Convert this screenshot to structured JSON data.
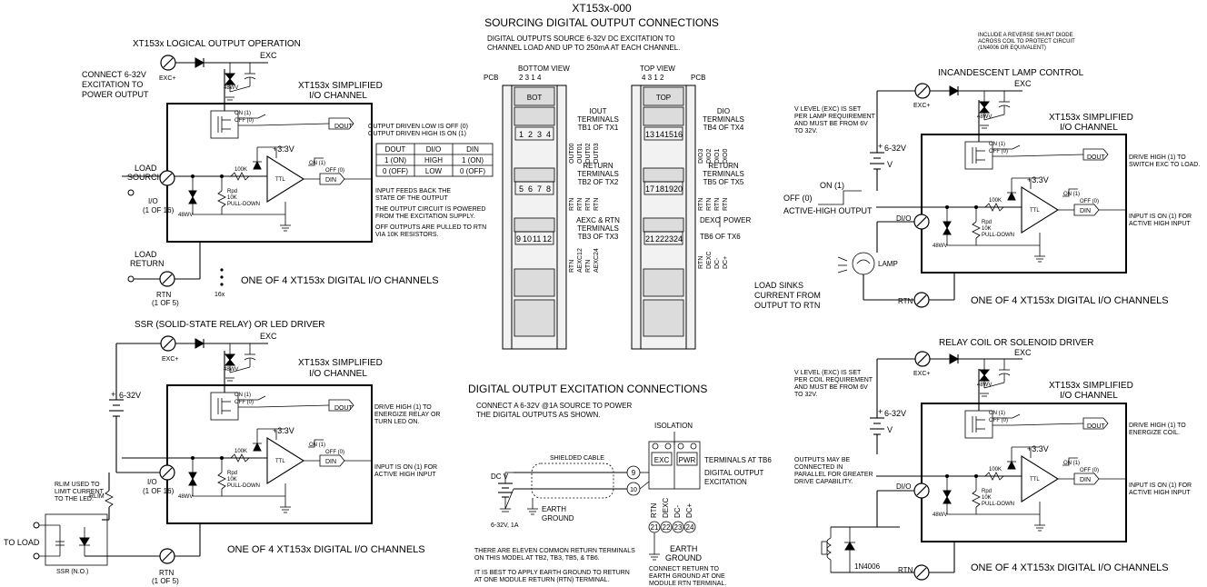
{
  "header": {
    "model": "XT153x-000",
    "title": "SOURCING DIGITAL OUTPUT CONNECTIONS",
    "desc1": "DIGITAL OUTPUTS SOURCE 6-32V DC EXCITATION TO",
    "desc2": "CHANNEL LOAD AND UP TO 250mA AT EACH CHANNEL."
  },
  "common": {
    "exc": "EXC",
    "exc_plus": "EXC+",
    "simplified1": "XT153x SIMPLIFIED",
    "simplified2": "I/O CHANNEL",
    "dout": "DOUT",
    "din": "DIN",
    "ttl": "TTL",
    "v33": "+3.3V",
    "on1": "ON (1)",
    "off0": "OFF (0)",
    "r100k": "100K",
    "rpd": "Rpd",
    "r10k": "10K",
    "pulldown": "PULL-DOWN",
    "wv48": "48WV",
    "one_of_4": "ONE OF 4 XT153x DIGITAL I/O CHANNELS",
    "io_1of16": "I/O",
    "io_1of16b": "(1 OF 16)",
    "rtn": "RTN",
    "rtn_1of5": "(1 OF 5)",
    "dio": "DI/O",
    "v632": "6-32V",
    "v": "V"
  },
  "panel_logic": {
    "title": "XT153x LOGICAL OUTPUT OPERATION",
    "connect1": "CONNECT 6-32V",
    "connect2": "EXCITATION TO",
    "connect3": "POWER OUTPUT",
    "load_sourcing1": "LOAD",
    "load_sourcing2": "SOURCING",
    "load_return1": "LOAD",
    "load_return2": "RETURN",
    "note_dout1": "OUTPUT DRIVEN LOW IS OFF (0)",
    "note_dout2": "OUTPUT DRIVEN HIGH IS ON (1)",
    "note_din1": "INPUT FEEDS BACK THE",
    "note_din2": "STATE OF THE OUTPUT",
    "note_pow1": "THE OUTPUT CIRCUIT IS POWERED",
    "note_pow2": "FROM THE EXCITATION SUPPLY.",
    "note_off1": "OFF OUTPUTS ARE PULLED TO RTN",
    "note_off2": "VIA 10K RESISTORS.",
    "sixteen": "16x",
    "truth_table": {
      "headers": [
        "DOUT",
        "DI/O",
        "DIN"
      ],
      "rows": [
        [
          "1 (ON)",
          "HIGH",
          "1 (ON)"
        ],
        [
          "0 (OFF)",
          "LOW",
          "0 (OFF)"
        ]
      ]
    }
  },
  "panel_ssr": {
    "title": "SSR (SOLID-STATE RELAY) OR LED DRIVER",
    "note_dout1": "DRIVE HIGH (1) TO",
    "note_dout2": "ENERGIZE RELAY OR",
    "note_dout3": "TURN LED ON.",
    "note_din1": "INPUT IS ON (1) FOR",
    "note_din2": "ACTIVE HIGH INPUT",
    "rlim1": "RLIM USED TO",
    "rlim2": "LIMIT CURRENT",
    "rlim3": "TO THE LED.",
    "rlim_label": "RLIM",
    "to_load": "TO LOAD",
    "ssr_no": "SSR (N.O.)"
  },
  "module": {
    "bottom_view": "BOTTOM VIEW",
    "top_view": "TOP VIEW",
    "pcb": "PCB",
    "bot": "BOT",
    "top": "TOP",
    "pcb_nums_left": "2 3 1 4",
    "pcb_nums_right": "4 3 1 2",
    "iout_terminals": [
      "IOUT",
      "TERMINALS",
      "TB1 OF TX1"
    ],
    "return_terminals_l": [
      "RETURN",
      "TERMINALS",
      "TB2 OF TX2"
    ],
    "aexc_terminals": [
      "AEXC & RTN",
      "TERMINALS",
      "TB3 OF TX3"
    ],
    "dio_terminals": [
      "DIO",
      "TERMINALS",
      "TB4 OF TX4"
    ],
    "return_terminals_r": [
      "RETURN",
      "TERMINALS",
      "TB5 OF TX5"
    ],
    "dexc_power": "DEXC",
    "power": "POWER",
    "tb6": "TB6 OF TX6",
    "tb1": [
      "1",
      "2",
      "3",
      "4"
    ],
    "tb2": [
      "5",
      "6",
      "7",
      "8"
    ],
    "tb3": [
      "9",
      "10",
      "11",
      "12"
    ],
    "tb4": [
      "13",
      "14",
      "15",
      "16"
    ],
    "tb5": [
      "17",
      "18",
      "19",
      "20"
    ],
    "tb6_nums": [
      "21",
      "22",
      "23",
      "24"
    ],
    "tb1_labels": [
      "OUT00",
      "OUT01",
      "OUT02",
      "OUT03"
    ],
    "tb2_labels": [
      "RTN",
      "RTN",
      "RTN",
      "RTN"
    ],
    "tb3_labels": [
      "RTN",
      "AEXC12",
      "RTN",
      "AEXC24"
    ],
    "tb4_labels": [
      "DIO3",
      "DIO2",
      "DIO1",
      "DIO0"
    ],
    "tb5_labels": [
      "RTN",
      "RTN",
      "RTN",
      "RTN"
    ],
    "tb6_labels": [
      "RTN",
      "DEXC",
      "DC-",
      "DC+"
    ]
  },
  "excitation": {
    "title": "DIGITAL OUTPUT EXCITATION CONNECTIONS",
    "desc1": "CONNECT A 6-32V @1A SOURCE TO POWER",
    "desc2": "THE DIGITAL OUTPUTS AS SHOWN.",
    "isolation": "ISOLATION",
    "shielded": "SHIELDED CABLE",
    "dcv": "DC V",
    "src": "6-32V, 1A",
    "earth": "EARTH",
    "ground": "GROUND",
    "term9": "9",
    "term10": "10",
    "exc": "EXC",
    "pwr": "PWR",
    "terminals_tb6": "TERMINALS AT TB6",
    "digital_output": "DIGITAL OUTPUT",
    "excitation_lbl": "EXCITATION",
    "bottom_labels": [
      "RTN",
      "DEXC",
      "DC-",
      "DC+"
    ],
    "bottom_nums": [
      "21",
      "22",
      "23",
      "24"
    ],
    "note1a": "THERE ARE ELEVEN COMMON RETURN TERMINALS",
    "note1b": "ON THIS MODEL AT TB2, TB3, TB5, & TB6.",
    "note2a": "IT IS BEST TO APPLY EARTH GROUND TO RETURN",
    "note2b": "AT ONE MODULE RETURN (RTN) TERMINAL.",
    "note3a": "CONNECT RETURN TO",
    "note3b": "EARTH GROUND AT ONE",
    "note3c": "MODULE RTN TERMINAL."
  },
  "panel_lamp": {
    "reverse1": "INCLUDE A REVERSE SHUNT DIODE",
    "reverse2": "ACROSS COIL TO PROTECT CIRCUIT",
    "reverse3": "(1N4006 OR EQUIVALENT)",
    "title": "INCANDESCENT LAMP CONTROL",
    "vlevel1": "V LEVEL (EXC) IS SET",
    "vlevel2": "PER LAMP REQUIREMENT",
    "vlevel3": "AND MUST BE FROM 6V",
    "vlevel4": "TO 32V.",
    "on": "ON (1)",
    "off": "OFF (0)",
    "active_high": "ACTIVE-HIGH OUTPUT",
    "note_dout1": "DRIVE HIGH (1) TO",
    "note_dout2": "SWITCH EXC TO LOAD.",
    "note_din1": "INPUT IS ON (1) FOR",
    "note_din2": "ACTIVE HIGH INPUT",
    "lamp": "LAMP",
    "load_sinks1": "LOAD SINKS",
    "load_sinks2": "CURRENT FROM",
    "load_sinks3": "OUTPUT TO RTN"
  },
  "panel_relay": {
    "title": "RELAY COIL OR SOLENOID DRIVER",
    "vlevel1": "V LEVEL (EXC) IS SET",
    "vlevel2": "PER COIL REQUIREMENT",
    "vlevel3": "AND MUST BE FROM 6V",
    "vlevel4": "TO 32V.",
    "parallel1": "OUTPUTS MAY BE",
    "parallel2": "CONNECTED IN",
    "parallel3": "PARALLEL FOR GREATER",
    "parallel4": "DRIVE CAPABILITY.",
    "note_dout1": "DRIVE HIGH (1) TO",
    "note_dout2": "ENERGIZE COIL.",
    "note_din1": "INPUT IS ON (1) FOR",
    "note_din2": "ACTIVE HIGH INPUT",
    "diode": "1N4006"
  }
}
